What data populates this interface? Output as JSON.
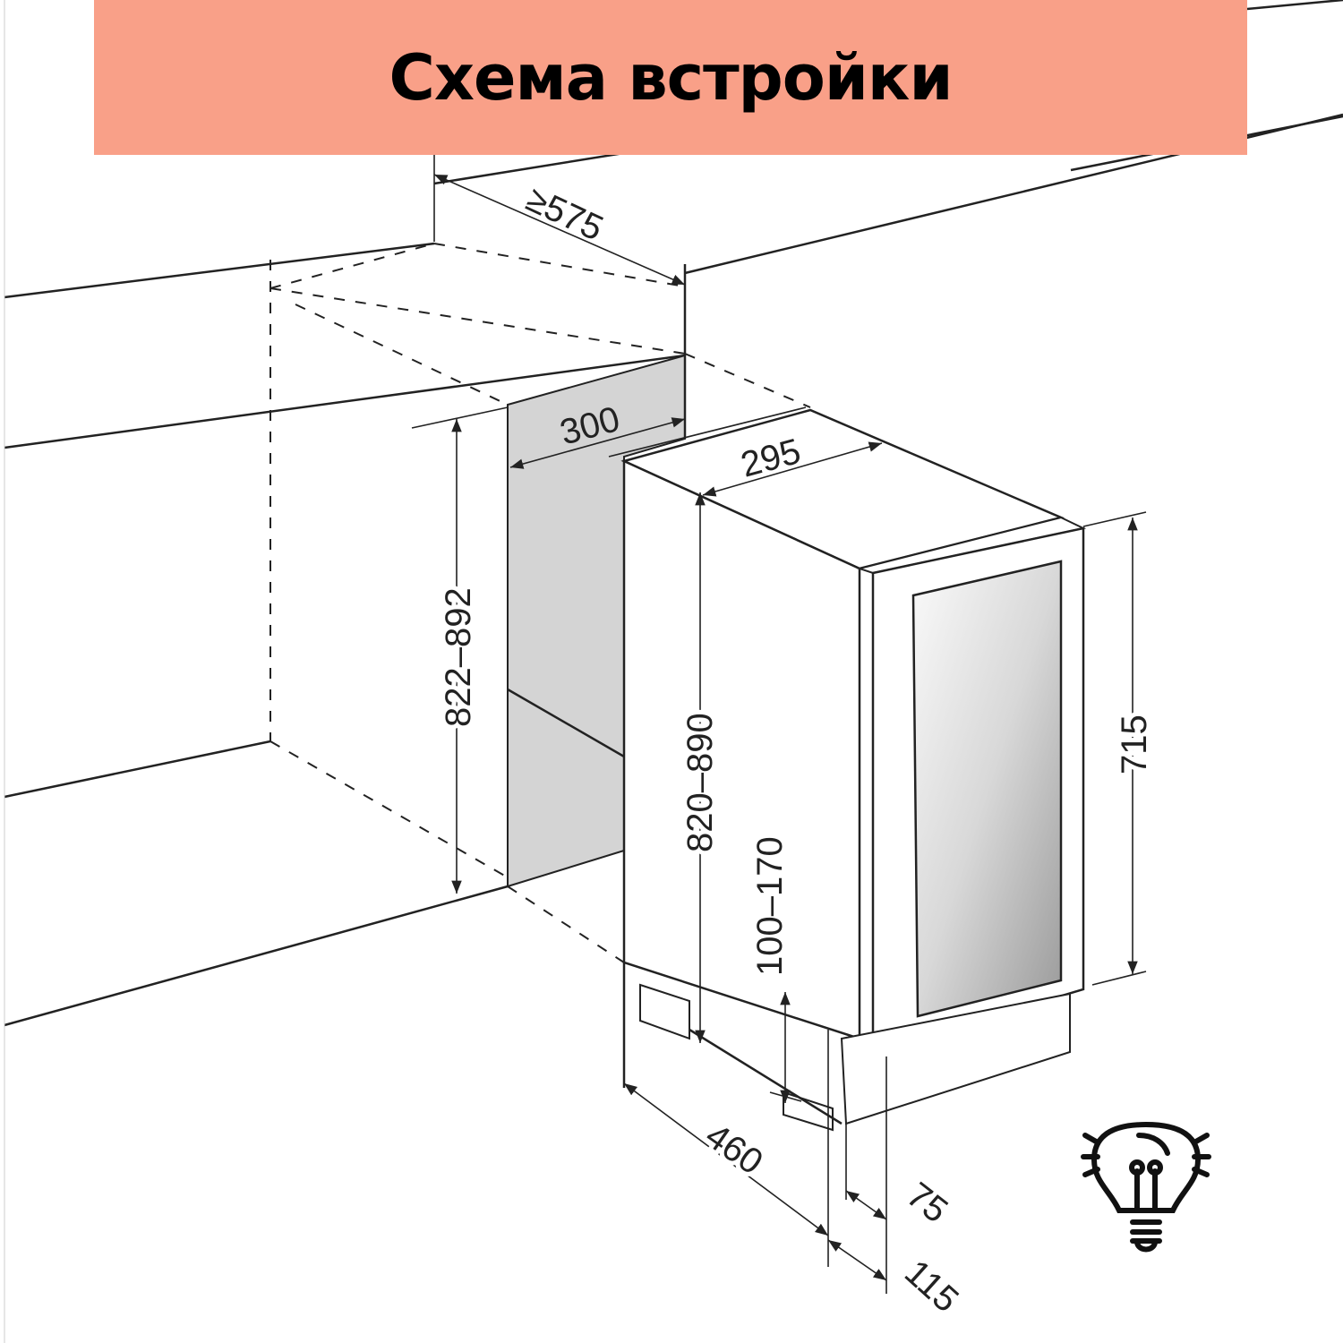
{
  "header": {
    "title": "Схема встройки",
    "color": "#F9A088"
  },
  "dimensions": {
    "depth_min": "≥575",
    "niche_width": "300",
    "appliance_width": "295",
    "niche_height": "822–892",
    "appliance_height": "820–890",
    "plinth_height": "100–170",
    "door_height": "715",
    "appliance_depth": "460",
    "door_offset": "75",
    "plinth_offset": "115"
  },
  "icons": {
    "hint": "lightbulb-icon"
  }
}
